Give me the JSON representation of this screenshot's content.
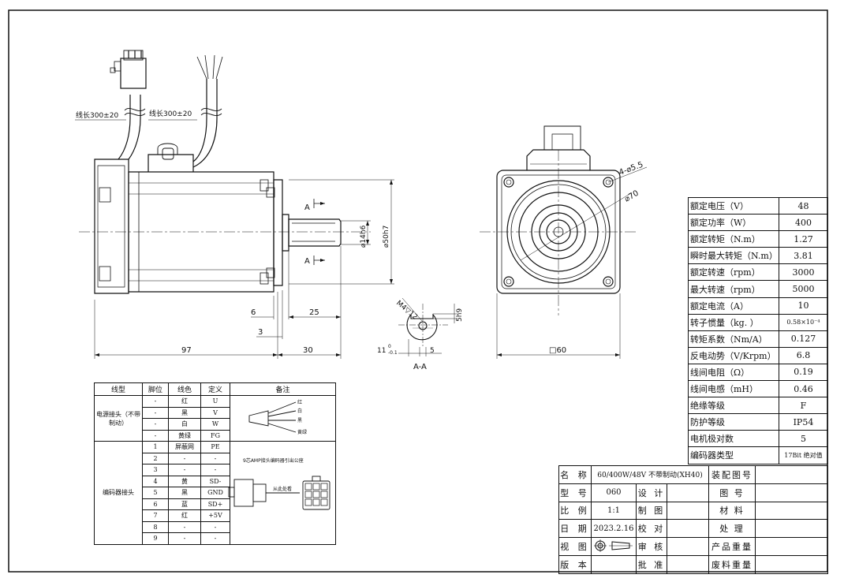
{
  "dimensions": {
    "lead_left": "线长300±20",
    "lead_right": "线长300±20",
    "flange_thk": "6",
    "shaft_len": "25",
    "shaft_step": "3",
    "body_len": "97",
    "shaft_total": "30",
    "shaft_dia": "⌀14h6",
    "pilot_dia": "⌀50h7",
    "section_a": "A",
    "section_label": "A-A",
    "thread": "M4▽12",
    "keyway_depth": "5h9",
    "key_h_main": "11",
    "key_h_tol_top": "0",
    "key_h_tol_bot": "-0.1",
    "key_w": "5",
    "holes": "4-⌀5.5",
    "pcd": "⌀70",
    "square": "□60"
  },
  "specs": [
    {
      "k": "额定电压（V）",
      "v": "48"
    },
    {
      "k": "额定功率（W）",
      "v": "400"
    },
    {
      "k": "额定转矩（N.m）",
      "v": "1.27"
    },
    {
      "k": "瞬时最大转矩（N.m）",
      "v": "3.81"
    },
    {
      "k": "额定转速（rpm）",
      "v": "3000"
    },
    {
      "k": "最大转速（rpm）",
      "v": "5000"
    },
    {
      "k": "额定电流（A）",
      "v": "10"
    },
    {
      "k": "转子惯量（kg.   ）",
      "v": "0.58×10⁻⁴"
    },
    {
      "k": "转矩系数（Nm/A）",
      "v": "0.127"
    },
    {
      "k": "反电动势（V/Krpm）",
      "v": "6.8"
    },
    {
      "k": "线间电阻（Ω）",
      "v": "0.19"
    },
    {
      "k": "线间电感（mH）",
      "v": "0.46"
    },
    {
      "k": "绝缘等级",
      "v": "F"
    },
    {
      "k": "防护等级",
      "v": "IP54"
    },
    {
      "k": "电机极对数",
      "v": "5"
    },
    {
      "k": "编码器类型",
      "v": "17Bit 绝对值"
    }
  ],
  "title_block": {
    "name_lbl": "名 称",
    "name_val": "60/400W/48V 不带制动(XH40)",
    "assy_lbl": "装配图号",
    "model_lbl": "型 号",
    "model_val": "060",
    "design_lbl": "设 计",
    "drawno_lbl": "图 号",
    "scale_lbl": "比 例",
    "scale_val": "1:1",
    "draw_lbl": "制 图",
    "material_lbl": "材 料",
    "date_lbl": "日 期",
    "date_val": "2023.2.16",
    "check_lbl": "校 对",
    "treat_lbl": "处 理",
    "view_lbl": "视 图",
    "review_lbl": "审 核",
    "weight_lbl": "产品重量",
    "ver_lbl": "版 本",
    "approve_lbl": "批 准",
    "scrap_lbl": "废料重量"
  },
  "wiring": {
    "headers": [
      "线型",
      "脚位",
      "线色",
      "定义",
      "备注"
    ],
    "power_group": "电源接头（不带制动）",
    "power_rows": [
      {
        "pin": "-",
        "color": "红",
        "def": "U"
      },
      {
        "pin": "-",
        "color": "黑",
        "def": "V"
      },
      {
        "pin": "-",
        "color": "白",
        "def": "W"
      },
      {
        "pin": "-",
        "color": "黄绿",
        "def": "FG"
      }
    ],
    "enc_group": "编码器接头",
    "enc_rows": [
      {
        "pin": "1",
        "color": "屏蔽网",
        "def": "PE"
      },
      {
        "pin": "2",
        "color": "-",
        "def": "-"
      },
      {
        "pin": "3",
        "color": "-",
        "def": "-"
      },
      {
        "pin": "4",
        "color": "黄",
        "def": "SD-"
      },
      {
        "pin": "5",
        "color": "黑",
        "def": "GND"
      },
      {
        "pin": "6",
        "color": "蓝",
        "def": "SD+"
      },
      {
        "pin": "7",
        "color": "红",
        "def": "+5V"
      },
      {
        "pin": "8",
        "color": "-",
        "def": "-"
      },
      {
        "pin": "9",
        "color": "-",
        "def": "-"
      }
    ],
    "note_power_colors": [
      "红",
      "白",
      "黑",
      "黄绿"
    ],
    "note_enc_title": "9芯AMP接头编码器引出公座",
    "note_enc_view": "从此处看"
  }
}
